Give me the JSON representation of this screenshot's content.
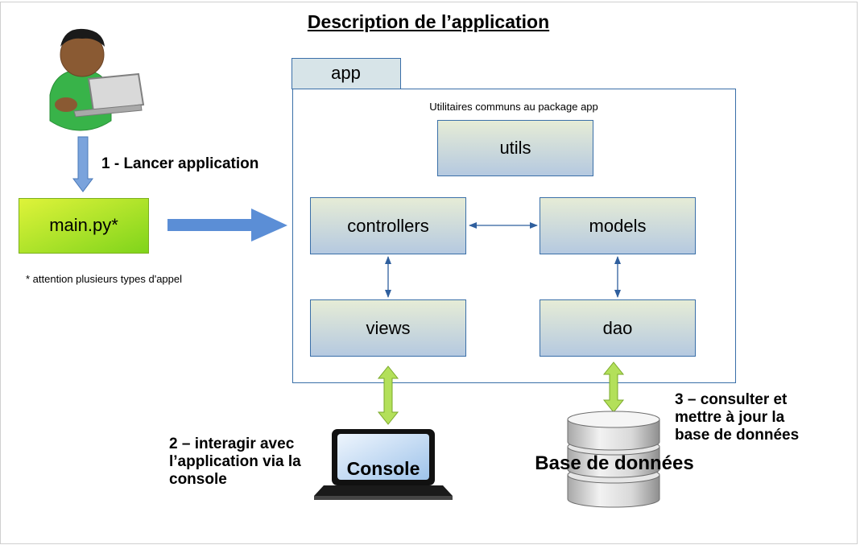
{
  "title": "Description de l’application",
  "package": {
    "tab_label": "app",
    "note": "Utilitaires communs au package app",
    "modules": {
      "utils": "utils",
      "controllers": "controllers",
      "models": "models",
      "views": "views",
      "dao": "dao"
    }
  },
  "entry": {
    "file": "main.py*",
    "footnote": "* attention plusieurs types d'appel"
  },
  "steps": {
    "launch": "1 - Lancer application",
    "interact_lines": [
      "2 – interagir avec",
      "l’application via la",
      "console"
    ],
    "consult_lines": [
      "3 – consulter et",
      "mettre à jour la",
      "base de données"
    ]
  },
  "console_label": "Console",
  "database_label": "Base de données",
  "colors": {
    "frame": "#3a6fa8",
    "arrow_blue": "#5b8ed6",
    "arrow_green": "#b3e05a",
    "main_box": "#9ede1f",
    "person_shirt": "#38b349",
    "person_skin": "#8a5a33"
  },
  "icons": [
    "user-with-laptop-icon",
    "laptop-icon",
    "database-icon"
  ]
}
